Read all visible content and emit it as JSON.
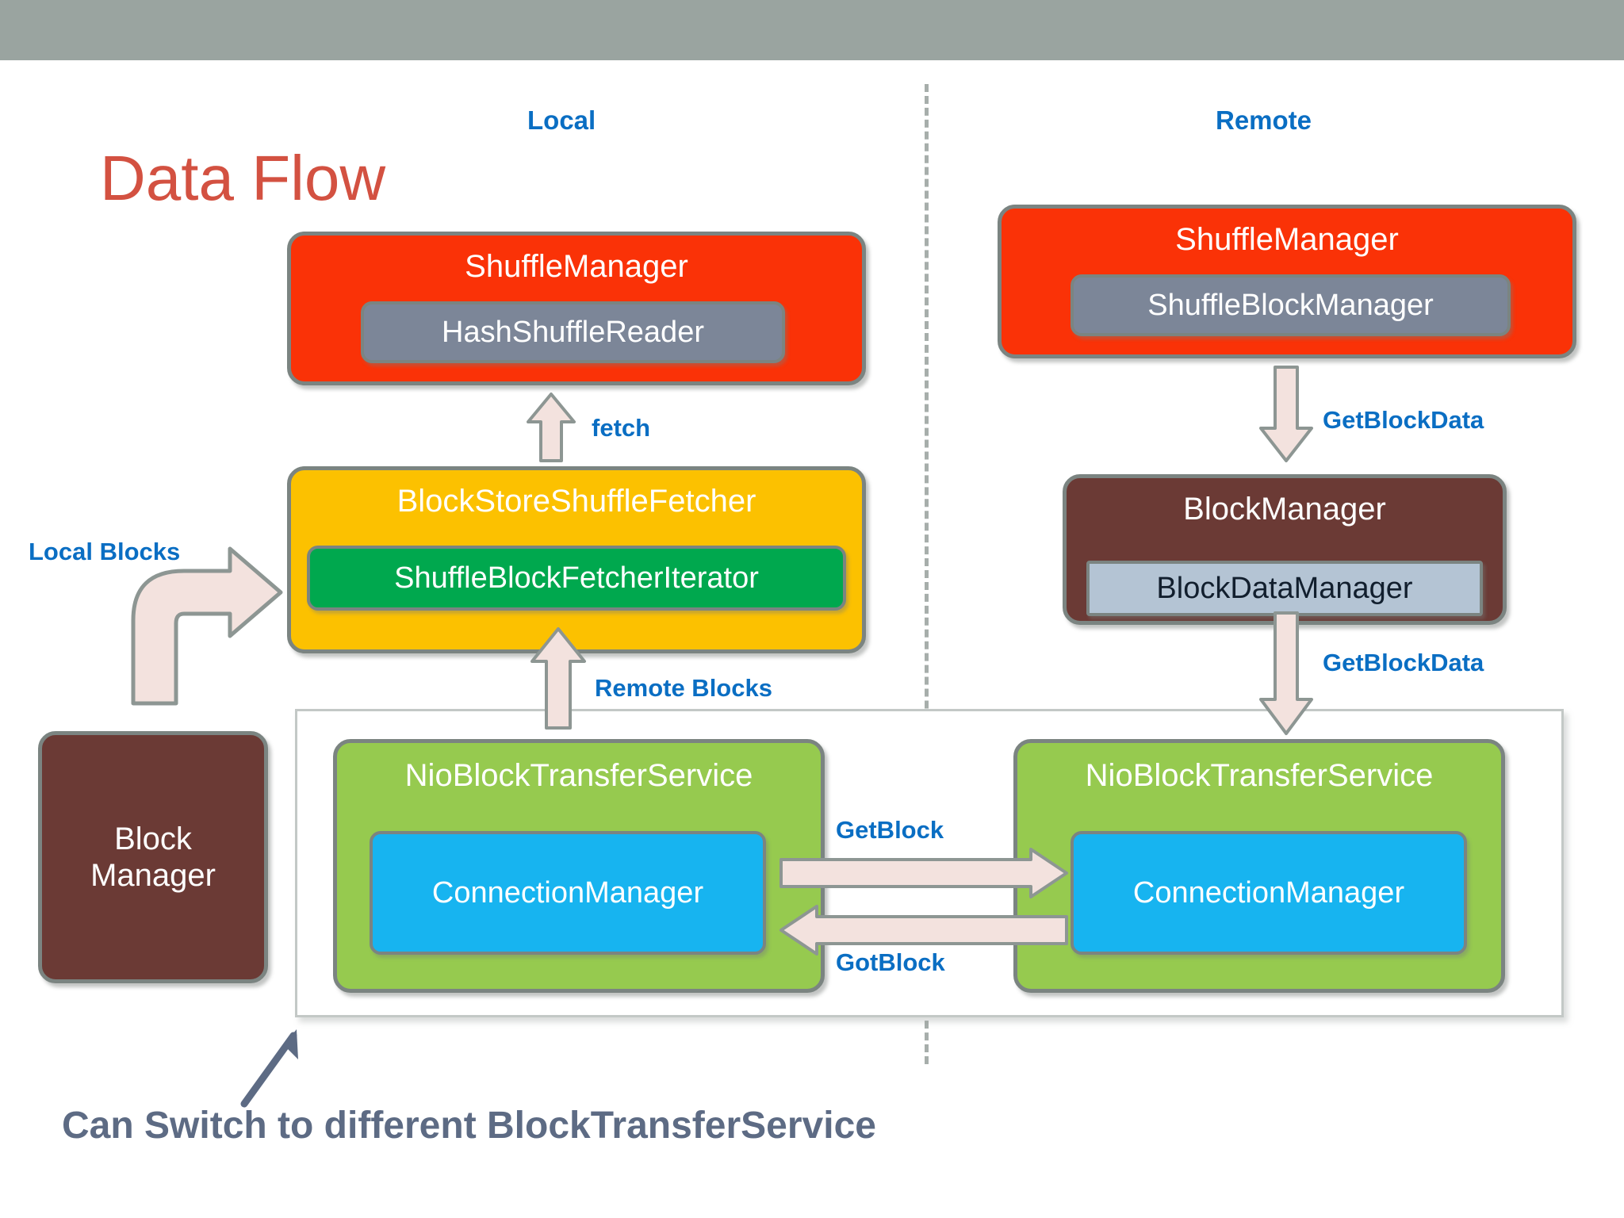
{
  "slide": {
    "title": "Data Flow",
    "caption": "Can Switch to different BlockTransferService",
    "accent_blue": "#0a6ec3",
    "title_color": "#d35141",
    "band_color": "#9aa4a0"
  },
  "sections": {
    "local_label": "Local",
    "remote_label": "Remote"
  },
  "local": {
    "shuffle_manager": {
      "title": "ShuffleManager",
      "inner": "HashShuffleReader",
      "color": "#fa3207",
      "inner_color": "#7c8698"
    },
    "block_store_shuffle_fetcher": {
      "title": "BlockStoreShuffleFetcher",
      "inner": "ShuffleBlockFetcherIterator",
      "color": "#fcc100",
      "inner_color": "#00a84e"
    },
    "block_manager": {
      "title_line1": "Block",
      "title_line2": "Manager",
      "color": "#6b3a35"
    },
    "nio_block_transfer_service": {
      "title": "NioBlockTransferService",
      "inner": "ConnectionManager",
      "color": "#96ca4f",
      "inner_color": "#17b4f0"
    }
  },
  "remote": {
    "shuffle_manager": {
      "title": "ShuffleManager",
      "inner": "ShuffleBlockManager",
      "color": "#fa3207",
      "inner_color": "#7c8698"
    },
    "block_manager": {
      "title": "BlockManager",
      "inner": "BlockDataManager",
      "color": "#6b3a35",
      "inner_color": "#b4c4d4"
    },
    "nio_block_transfer_service": {
      "title": "NioBlockTransferService",
      "inner": "ConnectionManager",
      "color": "#96ca4f",
      "inner_color": "#17b4f0"
    }
  },
  "edges": {
    "fetch": "fetch",
    "local_blocks": "Local Blocks",
    "remote_blocks": "Remote Blocks",
    "get_block_data_top": "GetBlockData",
    "get_block_data_bottom": "GetBlockData",
    "get_block": "GetBlock",
    "got_block": "GotBlock"
  }
}
